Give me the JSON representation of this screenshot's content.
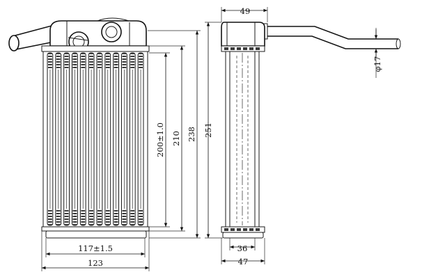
{
  "dimensions": {
    "height_238": "238",
    "height_210": "210",
    "height_200": "200±1.0",
    "width_117": "117±1.5",
    "width_123": "123",
    "side_width_49": "49",
    "side_height_251": "251",
    "pipe_dia": "φ17",
    "side_width_36": "36",
    "side_width_47": "47"
  }
}
